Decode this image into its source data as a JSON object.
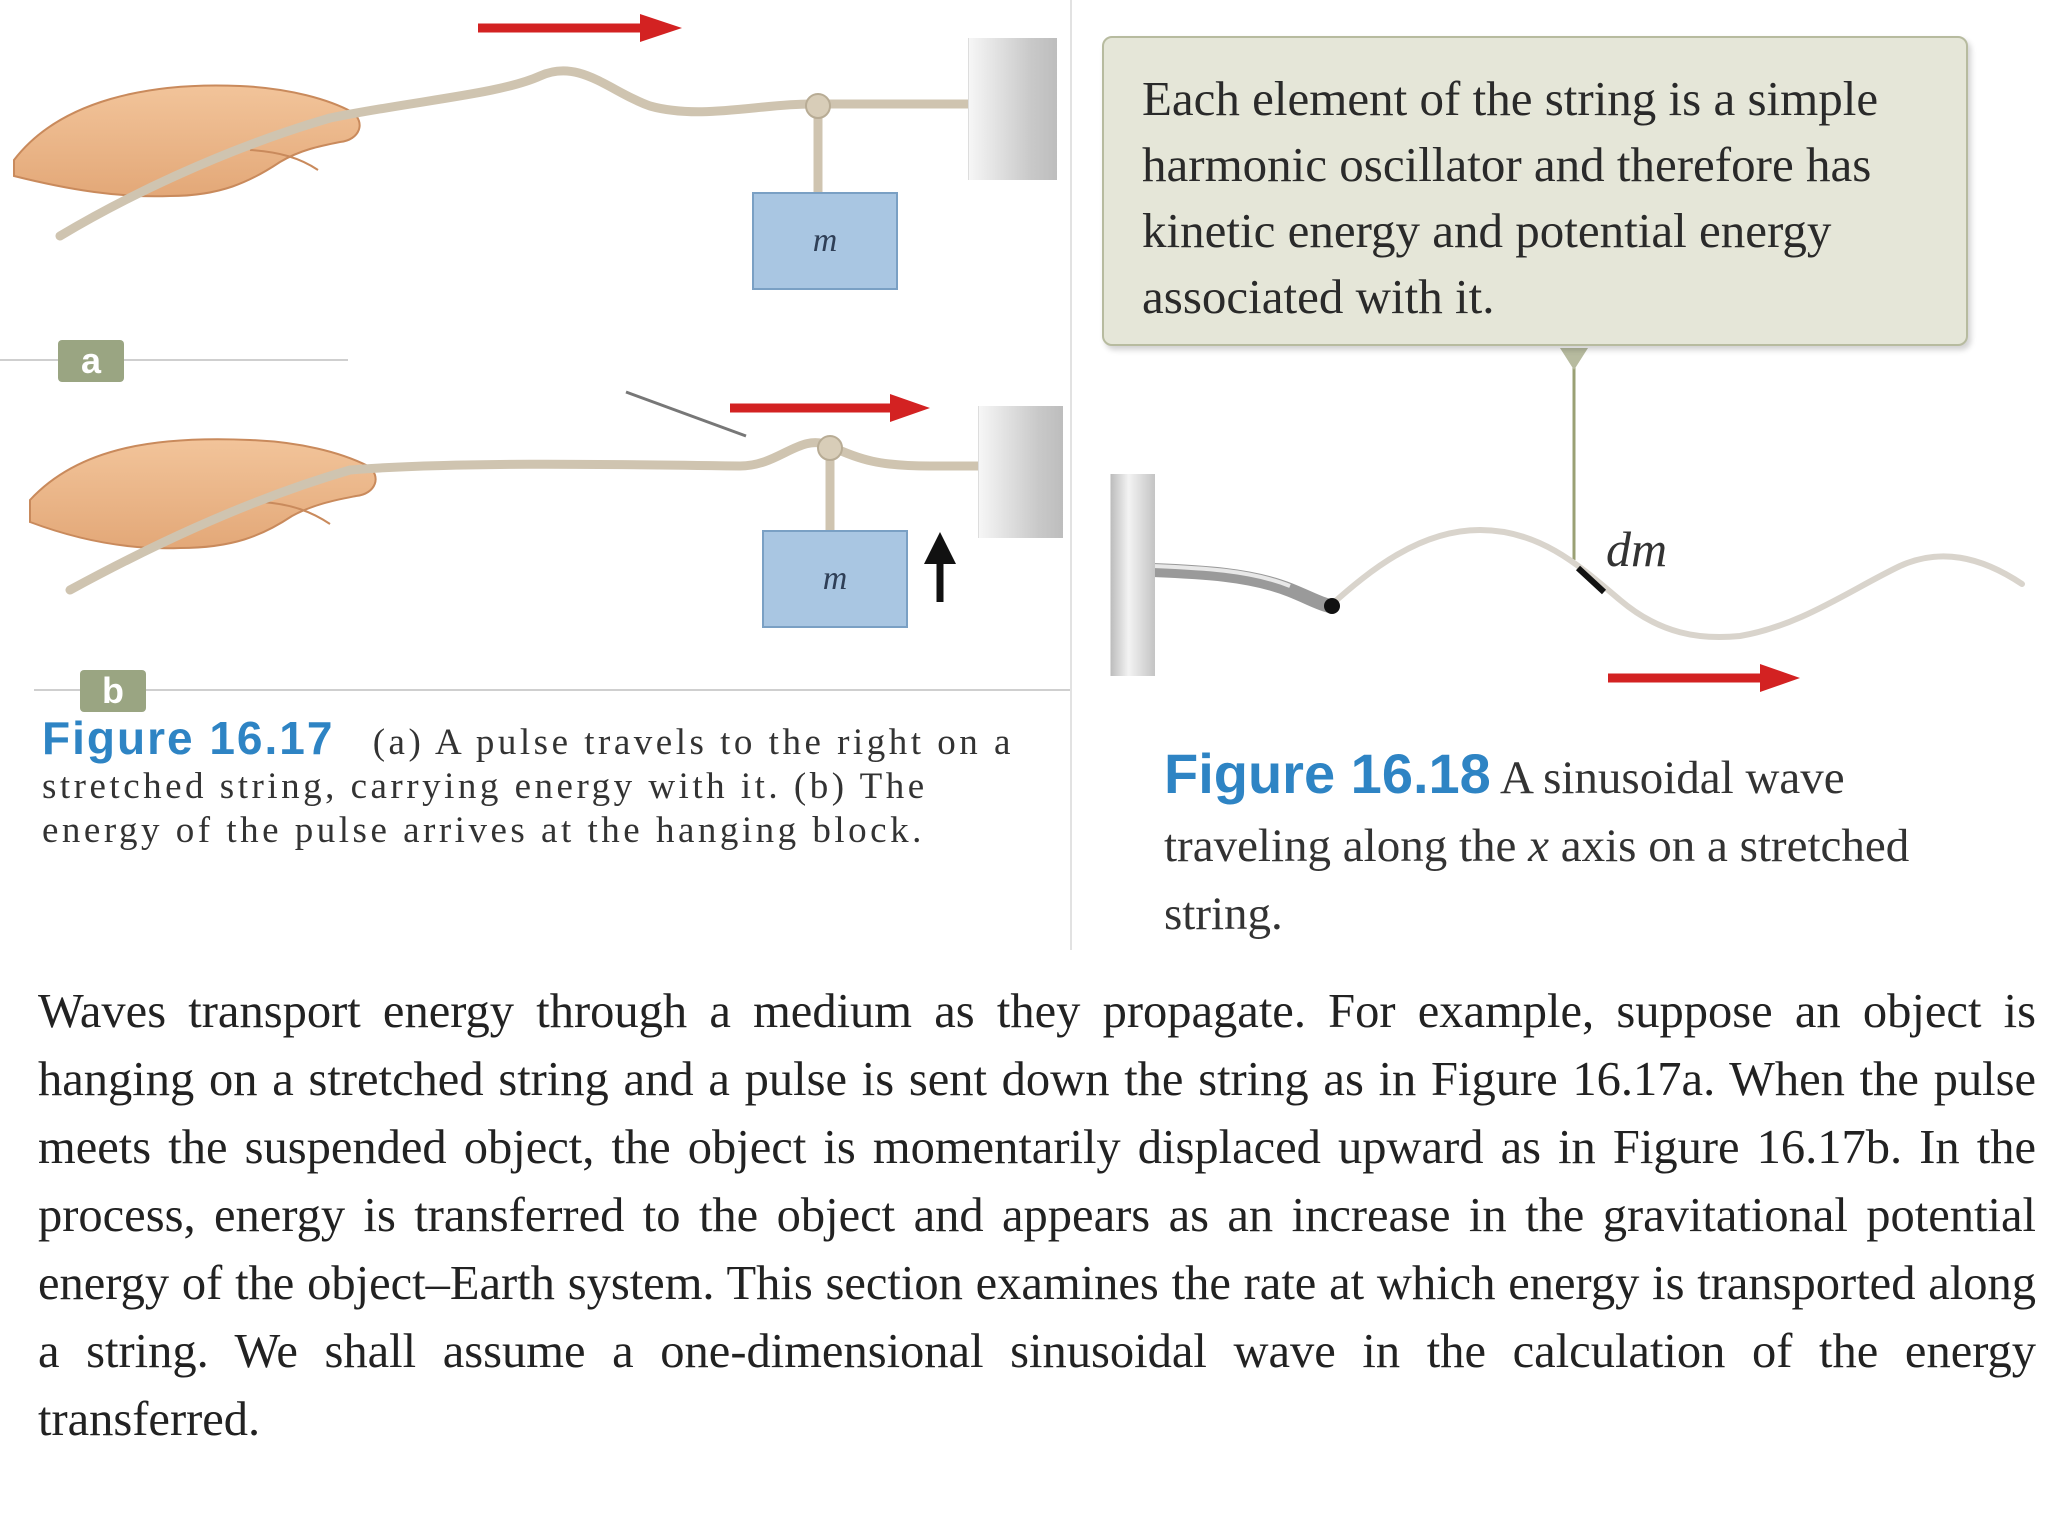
{
  "figure_17": {
    "panel_a_label": "a",
    "panel_b_label": "b",
    "block_a_label": "m",
    "block_b_label": "m",
    "caption_label": "Figure 16.17",
    "caption_text": "(a) A pulse travels to the right on a stretched string, carrying energy with it. (b) The energy of the pulse arrives at the hanging block."
  },
  "figure_18": {
    "callout_text": "Each element of the string is a simple harmonic oscillator and therefore has kinetic energy and potential energy associated with it.",
    "element_label": "dm",
    "caption_label": "Figure 16.18",
    "caption_text_before": "A sinusoidal wave traveling along the ",
    "caption_axis": "x",
    "caption_text_after": " axis on a stretched string."
  },
  "body": {
    "paragraph": "Waves transport energy through a medium as they propagate. For example, sup­pose an object is hanging on a stretched string and a pulse is sent down the string as in Figure 16.17a. When the pulse meets the suspended object, the object is momen­tarily displaced upward as in Figure 16.17b. In the process, energy is transferred to the object and appears as an increase in the gravitational potential energy of the object–Earth system. This section examines the rate at which energy is transported along a string. We shall assume a one-dimensional sinusoidal wave in the calcula­tion of the energy transferred."
  },
  "colors": {
    "arrow_red": "#d32222",
    "caption_blue": "#2e84c4",
    "block_blue": "#a9c6e2",
    "callout_bg": "#e5e6d8",
    "label_green": "#9aa582"
  }
}
